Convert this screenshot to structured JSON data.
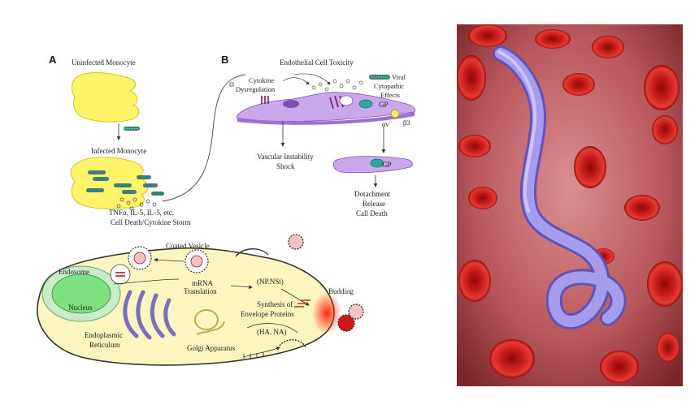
{
  "panel_a": {
    "letter": "A",
    "uninfected_monocyte": "Uninfected Monocyte",
    "infected_monocyte": "Infected Monocyte",
    "cytokines": "TNFα, IL-5, IL-5, etc.",
    "cell_death": "Cell Death/Cytokine Storm"
  },
  "panel_b": {
    "letter": "B",
    "endothelial_toxicity": "Endothelial Cell Toxicity",
    "cytokine_line1": "Cytokine",
    "cytokine_line2": "Dysregulation",
    "viral_line1": "Viral",
    "viral_line2": "Cytopathic",
    "viral_line3": "Effects",
    "gp_label": "GP",
    "gp_label2": "GP",
    "alpha_v": "αv",
    "beta3": "β3",
    "vascular_line1": "Vascular Instability",
    "vascular_line2": "Shock",
    "detach_line1": "Dotachment",
    "detach_line2": "Release",
    "detach_line3": "Call Death"
  },
  "cell_cycle": {
    "coated_vesicle": "Coated Vesicle",
    "endosome": "Endosome",
    "nucleus": "Nucleus",
    "mrna_line1": "mRNA",
    "mrna_line2": "Translation",
    "np_nsi": "(NP.NSi)",
    "budding": "Budding",
    "synthesis_line1": "Synthesis of",
    "synthesis_line2": "Envelope Proteins",
    "er_line1": "Endoplasmic",
    "er_line2": "Reticulum",
    "ha_na": "(HA. NA)",
    "golgi": "Golgi Apparatus"
  },
  "colors": {
    "monocyte_fill": "#fff36a",
    "endothelial_fill": "#c9a8ec",
    "cell_fill": "#fbf6c0",
    "nucleus_fill": "#7ee07e",
    "blood_cell": "#c81818",
    "virus": "#a89be8",
    "photo_bg": "#b85a5e"
  }
}
